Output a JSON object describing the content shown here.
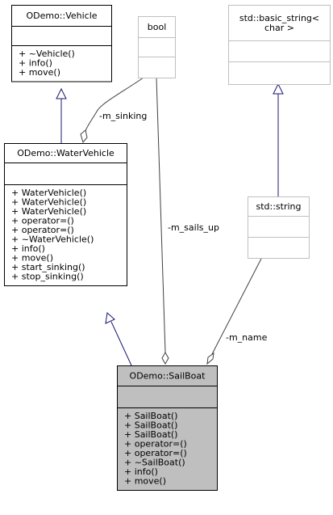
{
  "classes": {
    "vehicle": {
      "title": [
        "ODemo::Vehicle"
      ],
      "members": [
        "+ ~Vehicle()",
        "+ info()",
        "+ move()"
      ]
    },
    "bool": {
      "title": [
        "bool"
      ],
      "members": []
    },
    "basic_string": {
      "title": [
        "std::basic_string<",
        "char >"
      ],
      "members": []
    },
    "water_vehicle": {
      "title": [
        "ODemo::WaterVehicle"
      ],
      "members": [
        "+ WaterVehicle()",
        "+ WaterVehicle()",
        "+ WaterVehicle()",
        "+ operator=()",
        "+ operator=()",
        "+ ~WaterVehicle()",
        "+ info()",
        "+ move()",
        "+ start_sinking()",
        "+ stop_sinking()"
      ]
    },
    "string": {
      "title": [
        "std::string"
      ],
      "members": []
    },
    "sailboat": {
      "title": [
        "ODemo::SailBoat"
      ],
      "members": [
        "+ SailBoat()",
        "+ SailBoat()",
        "+ SailBoat()",
        "+ operator=()",
        "+ operator=()",
        "+ ~SailBoat()",
        "+ info()",
        "+ move()"
      ]
    }
  },
  "edge_labels": {
    "m_sinking": "-m_sinking",
    "m_sails_up": "-m_sails_up",
    "m_name": "-m_name"
  },
  "colors": {
    "class_border": "#000000",
    "external_border": "#bfbfbf",
    "inheritance_edge": "#191970",
    "composition_edge": "#404040",
    "highlight_fill": "#bfbfbf",
    "box_fill": "#ffffff",
    "text": "#000000"
  }
}
